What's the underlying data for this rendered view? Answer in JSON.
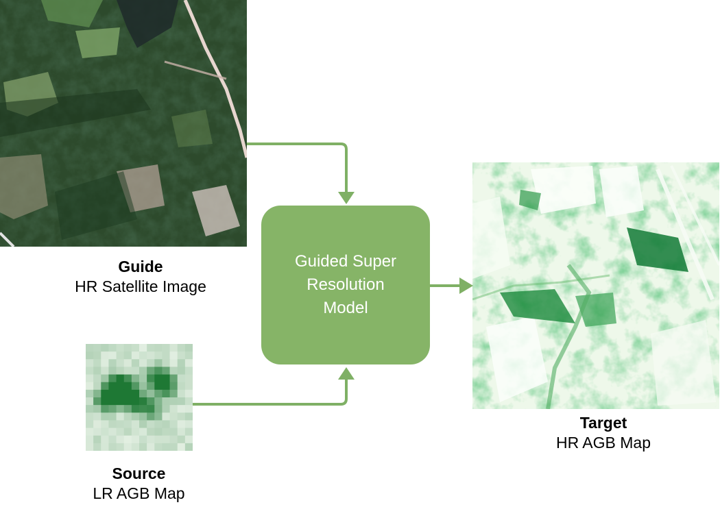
{
  "guide": {
    "title": "Guide",
    "subtitle": "HR Satellite Image"
  },
  "source": {
    "title": "Source",
    "subtitle": "LR AGB Map"
  },
  "target": {
    "title": "Target",
    "subtitle": "HR AGB Map"
  },
  "model": {
    "label": "Guided Super Resolution Model"
  },
  "colors": {
    "accent": "#86b467",
    "arrow": "#7fb065",
    "agb_dark": "#0b5a2a",
    "agb_light": "#f4fbf2"
  }
}
